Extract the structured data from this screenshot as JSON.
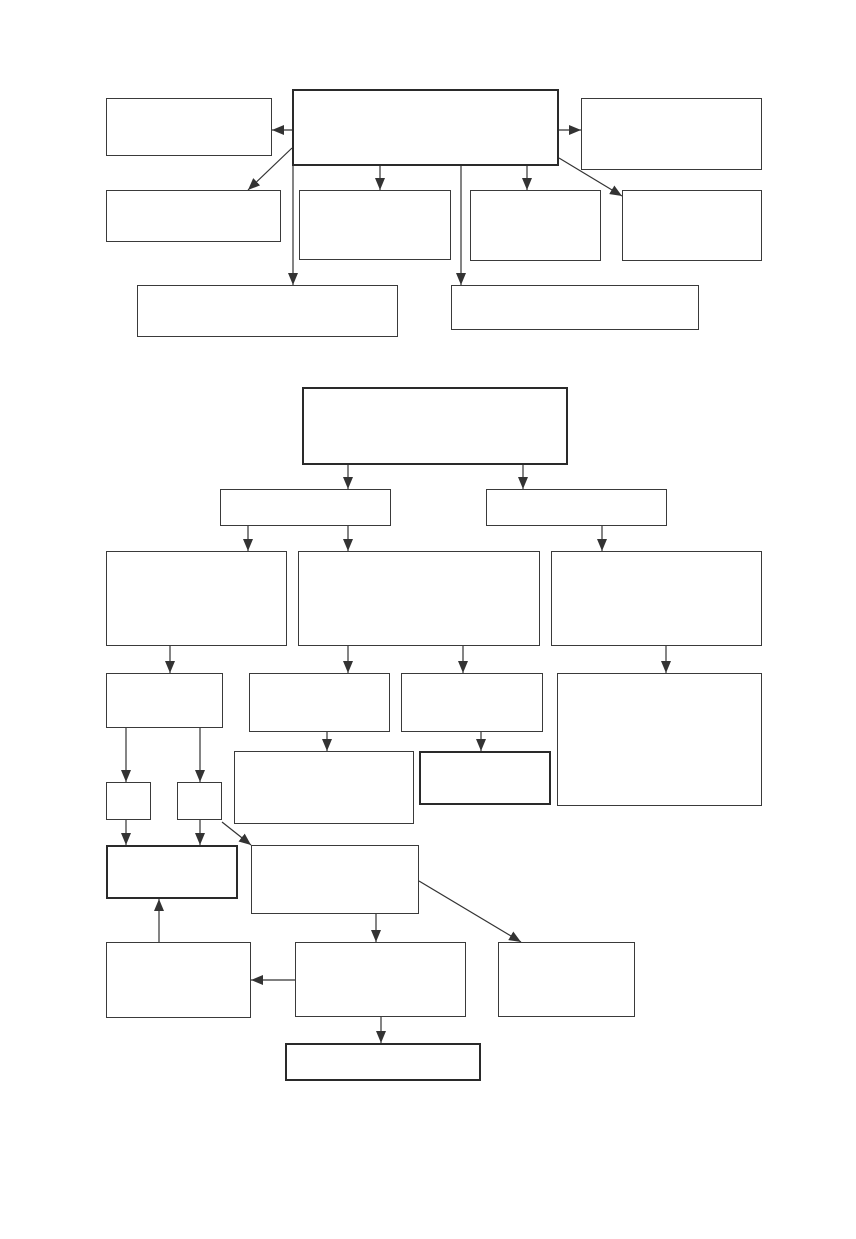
{
  "diagram": {
    "stroke_color": "#333333",
    "box_border_color": "#3a3a3a",
    "top_chart": {
      "nodes": [
        {
          "id": "t_root",
          "label": ""
        },
        {
          "id": "t_left_top",
          "label": ""
        },
        {
          "id": "t_left_mid",
          "label": ""
        },
        {
          "id": "t_mid_a",
          "label": ""
        },
        {
          "id": "t_mid_b",
          "label": ""
        },
        {
          "id": "t_right_top",
          "label": ""
        },
        {
          "id": "t_right_mid",
          "label": ""
        },
        {
          "id": "t_bottom_left",
          "label": ""
        },
        {
          "id": "t_bottom_right",
          "label": ""
        }
      ],
      "edges": [
        {
          "from": "t_root",
          "to": "t_left_top"
        },
        {
          "from": "t_root",
          "to": "t_left_mid"
        },
        {
          "from": "t_root",
          "to": "t_mid_a"
        },
        {
          "from": "t_root",
          "to": "t_mid_b"
        },
        {
          "from": "t_root",
          "to": "t_right_top"
        },
        {
          "from": "t_root",
          "to": "t_right_mid"
        },
        {
          "from": "t_root",
          "to": "t_bottom_left"
        },
        {
          "from": "t_root",
          "to": "t_bottom_right"
        }
      ]
    },
    "bottom_chart": {
      "nodes": [
        {
          "id": "b_root",
          "label": ""
        },
        {
          "id": "b_branch_left",
          "label": ""
        },
        {
          "id": "b_branch_right",
          "label": ""
        },
        {
          "id": "b_l1_left",
          "label": ""
        },
        {
          "id": "b_l1_mid",
          "label": ""
        },
        {
          "id": "b_l1_right",
          "label": ""
        },
        {
          "id": "b_l2_small",
          "label": ""
        },
        {
          "id": "b_l2_mid_a",
          "label": ""
        },
        {
          "id": "b_l2_mid_b",
          "label": ""
        },
        {
          "id": "b_l2_right_tall",
          "label": ""
        },
        {
          "id": "b_l3_mini_a",
          "label": ""
        },
        {
          "id": "b_l3_mini_b",
          "label": ""
        },
        {
          "id": "b_l3_wide",
          "label": ""
        },
        {
          "id": "b_l3_end",
          "label": ""
        },
        {
          "id": "b_l4_end_left",
          "label": ""
        },
        {
          "id": "b_l4_center",
          "label": ""
        },
        {
          "id": "b_l5_left",
          "label": ""
        },
        {
          "id": "b_l5_center",
          "label": ""
        },
        {
          "id": "b_l5_right",
          "label": ""
        },
        {
          "id": "b_final",
          "label": ""
        }
      ],
      "edges": [
        {
          "from": "b_root",
          "to": "b_branch_left"
        },
        {
          "from": "b_root",
          "to": "b_branch_right"
        },
        {
          "from": "b_branch_left",
          "to": "b_l1_left"
        },
        {
          "from": "b_branch_left",
          "to": "b_l1_mid"
        },
        {
          "from": "b_branch_right",
          "to": "b_l1_right"
        },
        {
          "from": "b_l1_left",
          "to": "b_l2_small"
        },
        {
          "from": "b_l1_mid",
          "to": "b_l2_mid_a"
        },
        {
          "from": "b_l1_mid",
          "to": "b_l2_mid_b"
        },
        {
          "from": "b_l1_right",
          "to": "b_l2_right_tall"
        },
        {
          "from": "b_l2_small",
          "to": "b_l3_mini_a"
        },
        {
          "from": "b_l2_small",
          "to": "b_l3_mini_b"
        },
        {
          "from": "b_l2_mid_a",
          "to": "b_l3_wide"
        },
        {
          "from": "b_l2_mid_b",
          "to": "b_l3_end"
        },
        {
          "from": "b_l3_mini_a",
          "to": "b_l4_end_left"
        },
        {
          "from": "b_l3_mini_b",
          "to": "b_l4_end_left"
        },
        {
          "from": "b_l3_mini_b",
          "to": "b_l4_center"
        },
        {
          "from": "b_l4_center",
          "to": "b_l5_center"
        },
        {
          "from": "b_l4_center",
          "to": "b_l5_right"
        },
        {
          "from": "b_l5_center",
          "to": "b_l5_left"
        },
        {
          "from": "b_l5_left",
          "to": "b_l4_end_left"
        },
        {
          "from": "b_l5_center",
          "to": "b_final"
        }
      ]
    }
  }
}
